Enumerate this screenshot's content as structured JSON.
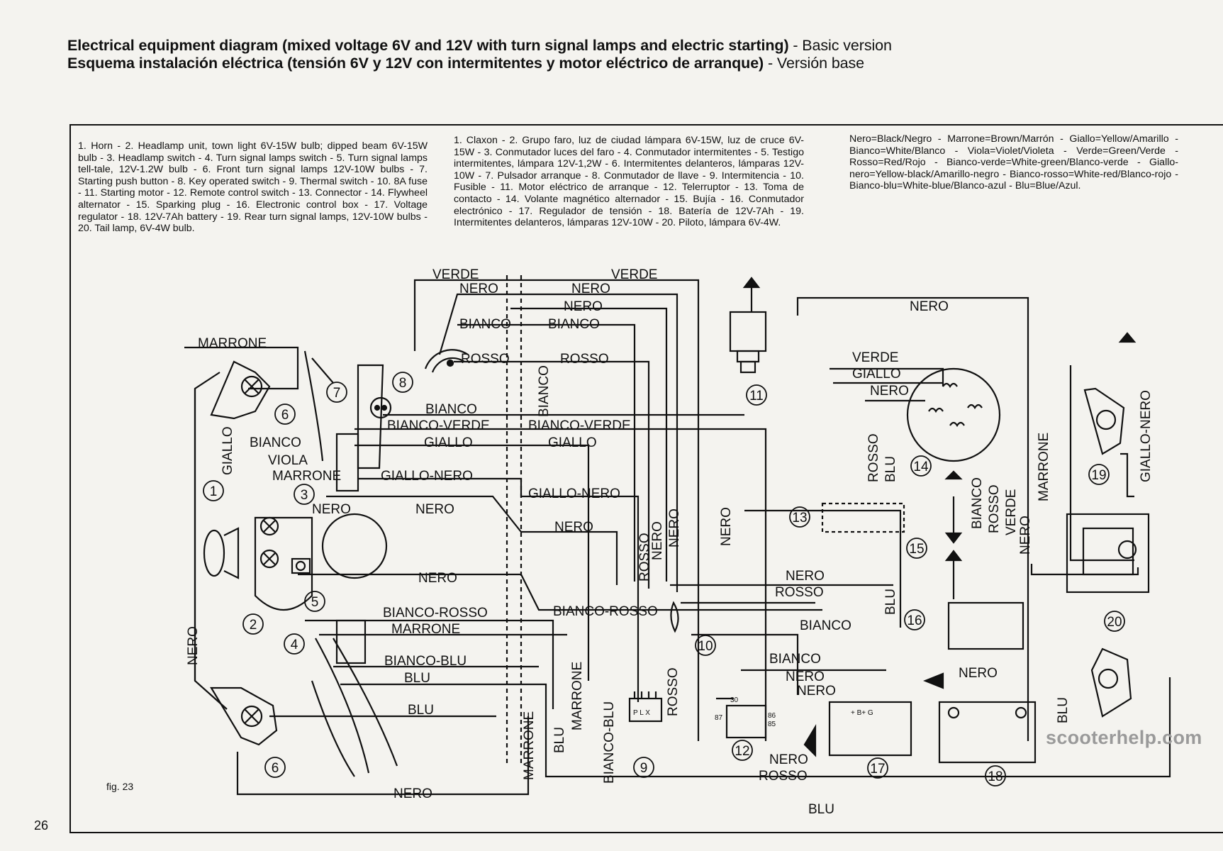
{
  "titles": {
    "en_main": "Electrical equipment diagram (mixed voltage 6V and 12V with turn signal lamps and electric starting)",
    "en_sub": "- Basic version",
    "es_main": "Esquema instalación eléctrica (tensión 6V y 12V con intermitentes y motor eléctrico de arranque)",
    "es_sub": "- Versión base"
  },
  "legend_en": "1. Horn - 2. Headlamp unit, town light 6V-15W bulb; dipped beam 6V-15W bulb - 3. Headlamp switch - 4. Turn signal lamps switch - 5. Turn signal lamps tell-tale, 12V-1.2W bulb - 6. Front turn signal lamps 12V-10W bulbs - 7. Starting push button - 8. Key operated switch - 9. Thermal switch - 10. 8A fuse - 11. Starting motor - 12. Remote control switch - 13. Connector - 14. Flywheel alternator - 15. Sparking plug - 16. Electronic control box - 17. Voltage regulator - 18. 12V-7Ah battery - 19. Rear turn signal lamps, 12V-10W bulbs - 20. Tail lamp, 6V-4W bulb.",
  "legend_es": "1. Claxon - 2. Grupo faro, luz de ciudad lámpara 6V-15W, luz de cruce 6V-15W - 3. Conmutador luces del faro - 4. Conmutador intermitentes - 5. Testigo intermitentes, lámpara 12V-1,2W - 6. Intermitentes delanteros, lámparas 12V-10W - 7. Pulsador arranque - 8. Conmutador de llave - 9. Intermitencia - 10. Fusible - 11. Motor eléctrico de arranque - 12. Telerruptor - 13. Toma de contacto - 14. Volante magnético alternador - 15. Bujía - 16. Conmutador electrónico - 17. Regulador de tensión - 18. Batería de 12V-7Ah - 19. Intermitentes delanteros, lámparas 12V-10W - 20. Piloto, lámpara 6V-4W.",
  "legend_colors": "Nero=Black/Negro - Marrone=Brown/Marrón - Giallo=Yellow/Amarillo - Bianco=White/Blanco - Viola=Violet/Violeta - Verde=Green/Verde - Rosso=Red/Rojo - Bianco-verde=White-green/Blanco-verde - Giallo-nero=Yellow-black/Amarillo-negro - Bianco-rosso=White-red/Blanco-rojo - Bianco-blu=White-blue/Blanco-azul - Blu=Blue/Azul.",
  "page_number": "26",
  "figure_label": "fig. 23",
  "watermark": "scooterhelp.com",
  "wire_labels": {
    "verde_top_left": "VERDE",
    "verde_top_right": "VERDE",
    "nero_1a": "NERO",
    "nero_1b": "NERO",
    "nero_2": "NERO",
    "bianco_a": "BIANCO",
    "bianco_b": "BIANCO",
    "rosso_a": "ROSSO",
    "rosso_b": "ROSSO",
    "marrone_top": "MARRONE",
    "bianco_vertical": "BIANCO",
    "bianco_7": "BIANCO",
    "bianco_verde_a": "BIANCO-VERDE",
    "bianco_verde_b": "BIANCO-VERDE",
    "giallo_a": "GIALLO",
    "giallo_b": "GIALLO",
    "giallo_left": "GIALLO",
    "bianco_left": "BIANCO",
    "viola": "VIOLA",
    "marrone_sw": "MARRONE",
    "giallo_nero_a": "GIALLO-NERO",
    "giallo_nero_b": "GIALLO-NERO",
    "nero_sw": "NERO",
    "nero_mid_a": "NERO",
    "nero_mid_b": "NERO",
    "nero_low": "NERO",
    "bianco_rosso_a": "BIANCO-ROSSO",
    "bianco_rosso_b": "BIANCO-ROSSO",
    "marrone_mid": "MARRONE",
    "bianco_blu": "BIANCO-BLU",
    "blu_a": "BLU",
    "blu_b": "BLU",
    "nero_left_vert": "NERO",
    "nero_bottom": "NERO",
    "marrone_v1": "MARRONE",
    "blu_v1": "BLU",
    "marrone_v2": "MARRONE",
    "bianco_blu_v": "BIANCO-BLU",
    "rosso_v1": "ROSSO",
    "nero_v1": "NERO",
    "nero_v2": "NERO",
    "nero_v3": "NERO",
    "rosso_v2": "ROSSO",
    "nero_top_right": "NERO",
    "verde_r": "VERDE",
    "giallo_r": "GIALLO",
    "nero_r": "NERO",
    "rosso_v3": "ROSSO",
    "blu_v2": "BLU",
    "nero_r2": "NERO",
    "rosso_r2": "ROSSO",
    "blu_v3": "BLU",
    "bianco_r": "BIANCO",
    "bianco_r2": "BIANCO",
    "nero_12a": "NERO",
    "nero_12b": "NERO",
    "nero_17a": "NERO",
    "rosso_17": "ROSSO",
    "bianco_v15": "BIANCO",
    "rosso_v15": "ROSSO",
    "verde_v15": "VERDE",
    "marrone_v19": "MARRONE",
    "giallo_nero_v19": "GIALLO-NERO",
    "nero_v20": "NERO",
    "nero_18": "NERO",
    "blu_v_right": "BLU",
    "blu_bottom": "BLU"
  },
  "component_numbers": [
    "1",
    "2",
    "3",
    "4",
    "5",
    "6",
    "6",
    "7",
    "8",
    "9",
    "10",
    "11",
    "12",
    "13",
    "14",
    "15",
    "16",
    "17",
    "18",
    "19",
    "20"
  ],
  "terminal_labels": {
    "thermal": "P L X",
    "relay_30": "30",
    "relay_87": "87",
    "relay_86": "86",
    "relay_85": "85",
    "regulator": "+ B+ G"
  }
}
